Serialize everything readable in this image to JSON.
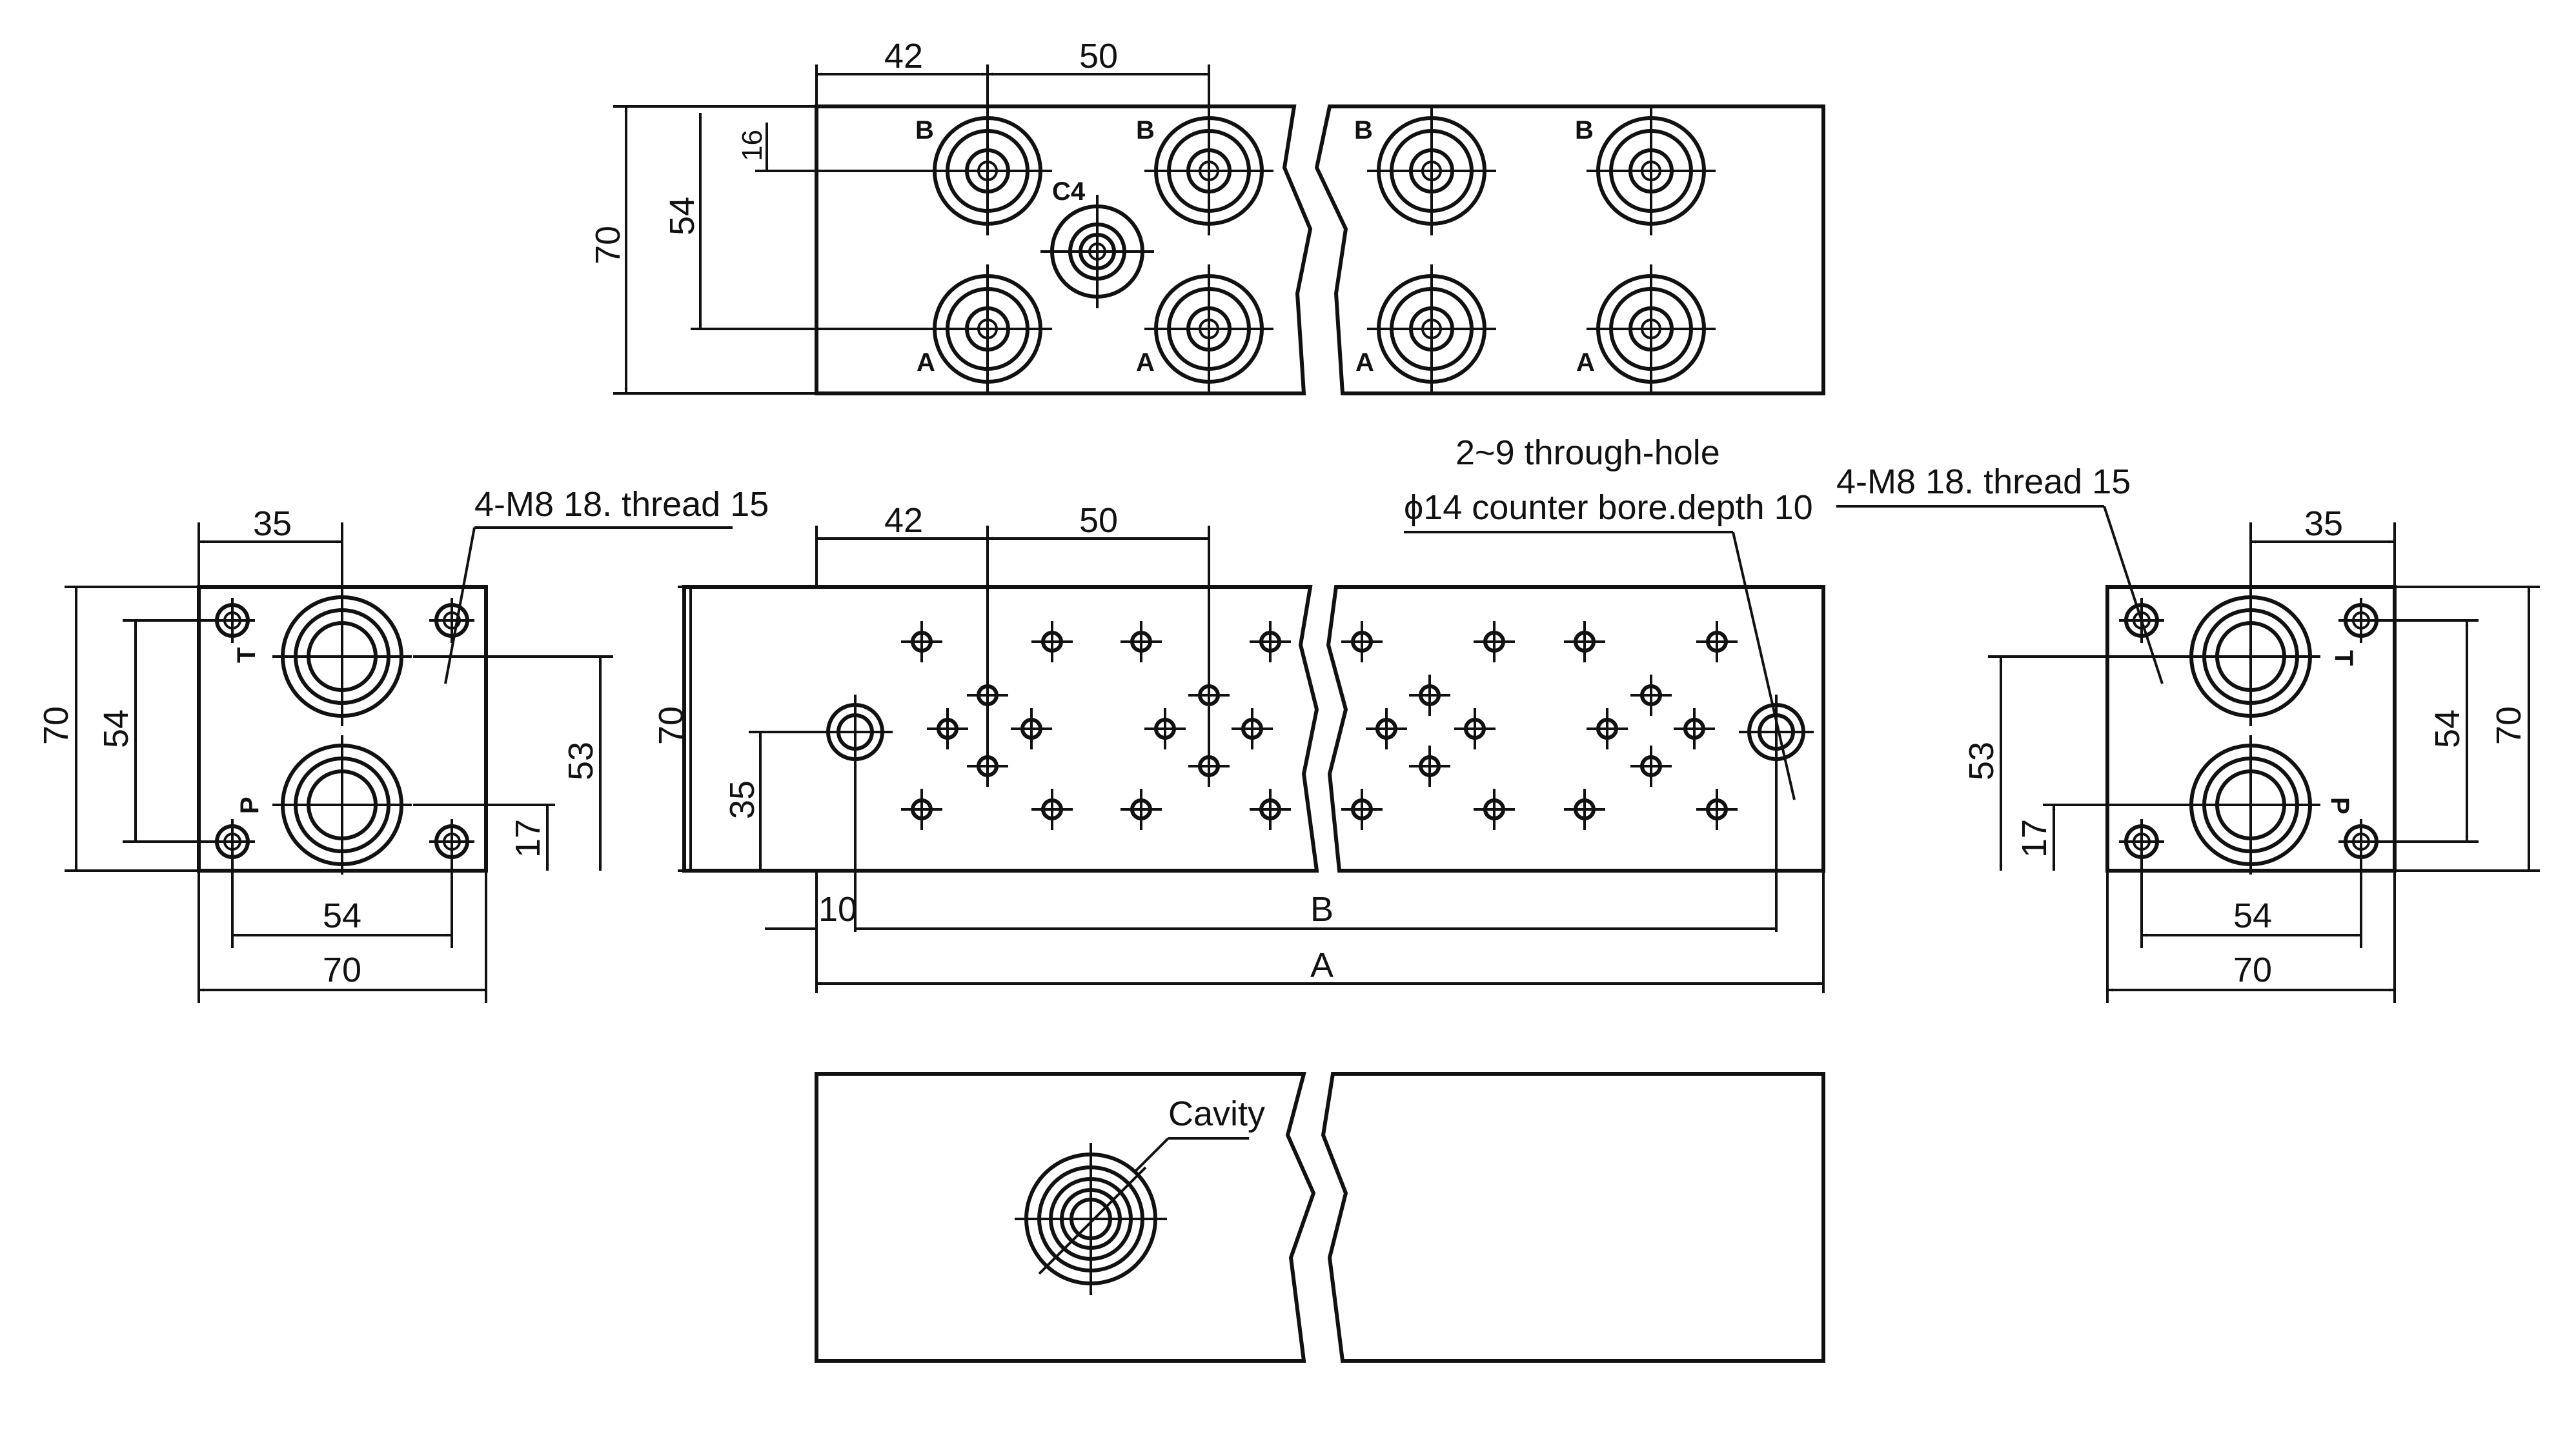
{
  "top_view": {
    "dims": {
      "d42": "42",
      "d50": "50",
      "d70": "70",
      "d54": "54",
      "d16": "16"
    },
    "port_labels": {
      "b": "B",
      "a": "A",
      "c4": "C4"
    }
  },
  "front_view": {
    "dims": {
      "d42": "42",
      "d50": "50",
      "d70": "70",
      "d35": "35",
      "d10": "10",
      "b": "B",
      "a": "A"
    },
    "note_line1": "2~9 through-hole",
    "note_line2": "ϕ14 counter bore.depth 10"
  },
  "left_view": {
    "dims": {
      "d35": "35",
      "d70_left": "70",
      "d54_left": "54",
      "d53": "53",
      "d17": "17",
      "d54_bottom": "54",
      "d70_bottom": "70"
    },
    "note": "4-M8   18. thread 15",
    "port_labels": {
      "t": "T",
      "p": "P"
    }
  },
  "right_view": {
    "dims": {
      "d35": "35",
      "d70_right": "70",
      "d54_right": "54",
      "d53": "53",
      "d17": "17",
      "d54_bottom": "54",
      "d70_bottom": "70"
    },
    "note": "4-M8   18. thread 15",
    "port_labels": {
      "t": "T",
      "p": "P"
    }
  },
  "bottom_view": {
    "label": "Cavity"
  }
}
